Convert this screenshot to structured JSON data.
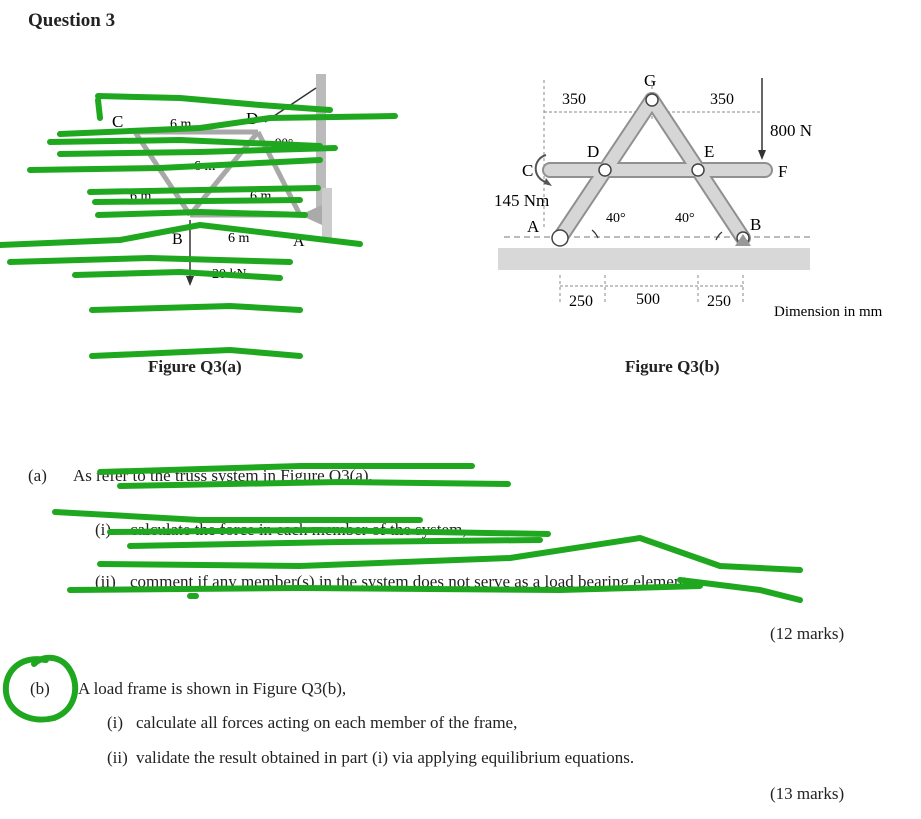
{
  "question": {
    "title": "Question 3"
  },
  "figure_a": {
    "caption": "Figure Q3(a)",
    "node_labels": {
      "c": "C",
      "d": "D",
      "b": "B",
      "a": "A"
    },
    "dimension_labels": {
      "top": "6 m",
      "inner_left": "6 m",
      "left": "6 m",
      "inner_right": "6 m",
      "bottom": "6 m"
    },
    "angle_label": "90°",
    "load_label": "20 kN"
  },
  "figure_b": {
    "caption": "Figure Q3(b)",
    "top_dims": [
      "350",
      "350"
    ],
    "point_labels": {
      "g": "G",
      "d": "D",
      "e": "E",
      "c": "C",
      "f": "F",
      "a": "A",
      "b": "B"
    },
    "force_label": "800 N",
    "moment_label": "145 Nm",
    "angles": [
      "40°",
      "40°"
    ],
    "bottom_dims": [
      "250",
      "500",
      "250"
    ],
    "unit_note": "Dimension in mm"
  },
  "part_a": {
    "label": "(a)",
    "intro": "As refer to the truss system in Figure Q3(a),",
    "items": [
      {
        "num": "(i)",
        "text": "calculate the force in each member of the system,"
      },
      {
        "num": "(ii)",
        "text": "comment if any member(s) in the system does not serve as a load bearing element."
      }
    ],
    "marks": "(12 marks)"
  },
  "part_b": {
    "label": "(b)",
    "intro": "A load frame is shown in Figure Q3(b),",
    "items": [
      {
        "num": "(i)",
        "text": "calculate all forces acting on each member of the frame,"
      },
      {
        "num": "(ii)",
        "text": "validate the result obtained in part (i) via applying equilibrium equations."
      }
    ],
    "marks": "(13 marks)"
  },
  "colors": {
    "scribble_green": "#1fa81f",
    "text": "#222222",
    "member_fill": "#cfcfcf",
    "ground_fill": "#d8d8d8"
  }
}
